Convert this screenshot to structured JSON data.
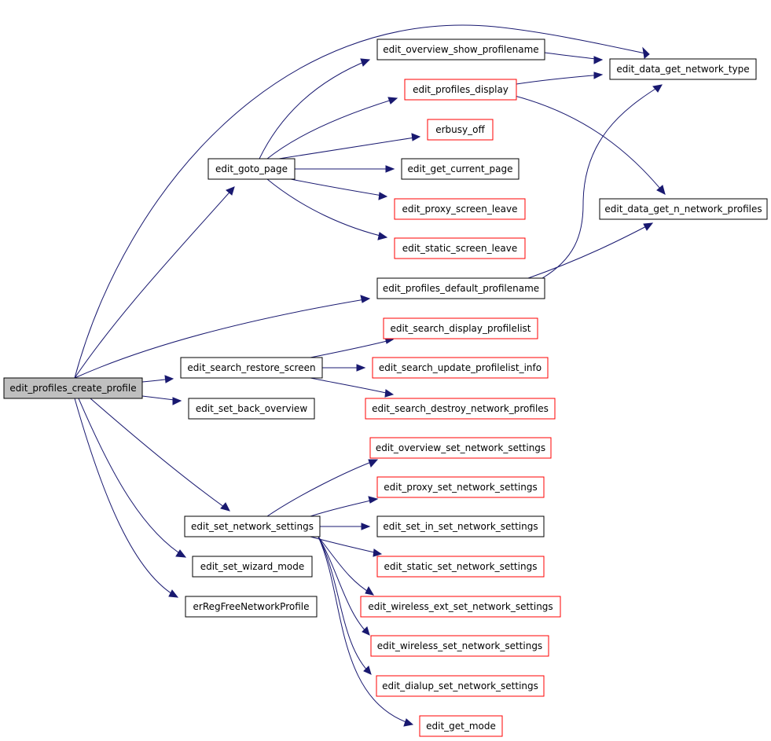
{
  "colors": {
    "edge": "#191970",
    "root_fill": "#bfbfbf",
    "normal_fill": "#ffffff",
    "documented_border": "#000000",
    "undocumented_border": "#ff0000"
  },
  "nodes": {
    "root": {
      "label": "edit_profiles_create_profile",
      "style": "root"
    },
    "n_sov": {
      "label": "edit_overview_show_profilename",
      "style": "normal"
    },
    "n_dgnt": {
      "label": "edit_data_get_network_type",
      "style": "normal"
    },
    "n_pd": {
      "label": "edit_profiles_display",
      "style": "undocumented"
    },
    "n_ebo": {
      "label": "erbusy_off",
      "style": "undocumented"
    },
    "n_gp": {
      "label": "edit_goto_page",
      "style": "normal"
    },
    "n_gcp": {
      "label": "edit_get_current_page",
      "style": "normal"
    },
    "n_psl": {
      "label": "edit_proxy_screen_leave",
      "style": "undocumented"
    },
    "n_dgnp": {
      "label": "edit_data_get_n_network_profiles",
      "style": "normal"
    },
    "n_ssl": {
      "label": "edit_static_screen_leave",
      "style": "undocumented"
    },
    "n_pdp": {
      "label": "edit_profiles_default_profilename",
      "style": "normal"
    },
    "n_sdp": {
      "label": "edit_search_display_profilelist",
      "style": "undocumented"
    },
    "n_srs": {
      "label": "edit_search_restore_screen",
      "style": "normal"
    },
    "n_supi": {
      "label": "edit_search_update_profilelist_info",
      "style": "undocumented"
    },
    "n_sbo": {
      "label": "edit_set_back_overview",
      "style": "normal"
    },
    "n_sdnp": {
      "label": "edit_search_destroy_network_profiles",
      "style": "undocumented"
    },
    "n_osns": {
      "label": "edit_overview_set_network_settings",
      "style": "undocumented"
    },
    "n_psns": {
      "label": "edit_proxy_set_network_settings",
      "style": "undocumented"
    },
    "n_sns": {
      "label": "edit_set_network_settings",
      "style": "normal"
    },
    "n_sisns": {
      "label": "edit_set_in_set_network_settings",
      "style": "normal"
    },
    "n_swm": {
      "label": "edit_set_wizard_mode",
      "style": "normal"
    },
    "n_stns": {
      "label": "edit_static_set_network_settings",
      "style": "undocumented"
    },
    "n_rfnp": {
      "label": "erRegFreeNetworkProfile",
      "style": "normal"
    },
    "n_wens": {
      "label": "edit_wireless_ext_set_network_settings",
      "style": "undocumented"
    },
    "n_wsns": {
      "label": "edit_wireless_set_network_settings",
      "style": "undocumented"
    },
    "n_dsns": {
      "label": "edit_dialup_set_network_settings",
      "style": "undocumented"
    },
    "n_gm": {
      "label": "edit_get_mode",
      "style": "undocumented"
    }
  }
}
